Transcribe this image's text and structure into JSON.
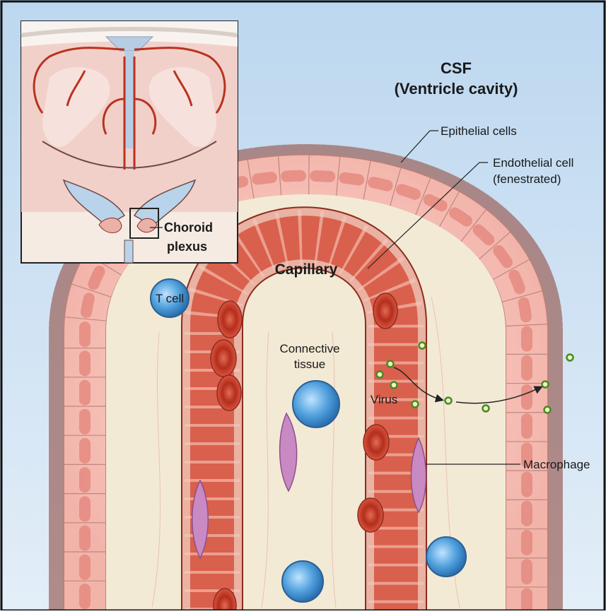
{
  "title_line1": "CSF",
  "title_line2": "(Ventricle cavity)",
  "labels": {
    "epithelial": "Epithelial cells",
    "endothelial_line1": "Endothelial cell",
    "endothelial_line2": "(fenestrated)",
    "choroid_line1": "Choroid",
    "choroid_line2": "plexus",
    "capillary": "Capillary",
    "tcell": "T cell",
    "connective_line1": "Connective",
    "connective_line2": "tissue",
    "virus": "Virus",
    "macrophage": "Macrophage"
  },
  "colors": {
    "background": "#cfe3f4",
    "epithelium": "#f6c7c0",
    "stroma": "#f3ead5",
    "vessel": "#d9604c",
    "rbc": "#c23b28",
    "tcell": "#4f9fdc",
    "macrophage": "#c98ac4",
    "virus": "#6ab43a"
  }
}
